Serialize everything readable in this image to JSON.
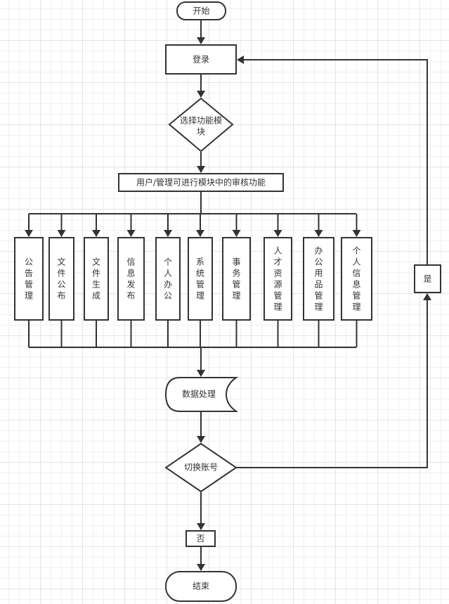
{
  "diagram": {
    "type": "flowchart",
    "nodes": {
      "start": {
        "label": "开始",
        "shape": "terminal"
      },
      "login": {
        "label": "登录",
        "shape": "process"
      },
      "select_module": {
        "label_line1": "选择功能模",
        "label_line2": "块",
        "shape": "decision"
      },
      "audit": {
        "label": "用户/管理可进行模块中的审核功能",
        "shape": "process"
      },
      "modules": [
        {
          "id": "announcement",
          "label": "公告管理"
        },
        {
          "id": "file_publish",
          "label": "文件公布"
        },
        {
          "id": "file_generate",
          "label": "文件生成"
        },
        {
          "id": "info_publish",
          "label": "信息发布"
        },
        {
          "id": "personal_office",
          "label": "个人办公"
        },
        {
          "id": "system_manage",
          "label": "系统管理"
        },
        {
          "id": "affairs_manage",
          "label": "事务管理"
        },
        {
          "id": "hr_manage",
          "label": "人才资源管理"
        },
        {
          "id": "office_supplies",
          "label": "办公用品管理"
        },
        {
          "id": "personal_info",
          "label": "个人信息管理"
        }
      ],
      "data_processing": {
        "label": "数据处理",
        "shape": "stored-data"
      },
      "switch_account": {
        "label": "切换账号",
        "shape": "decision"
      },
      "yes": {
        "label": "是"
      },
      "no": {
        "label": "否"
      },
      "end": {
        "label": "结束",
        "shape": "terminal"
      }
    },
    "edges": [
      {
        "from": "start",
        "to": "login"
      },
      {
        "from": "login",
        "to": "select_module"
      },
      {
        "from": "select_module",
        "to": "audit"
      },
      {
        "from": "audit",
        "to": "modules",
        "kind": "fan-out"
      },
      {
        "from": "modules",
        "to": "data_processing",
        "kind": "merge"
      },
      {
        "from": "data_processing",
        "to": "switch_account"
      },
      {
        "from": "switch_account",
        "to": "login",
        "label": "是"
      },
      {
        "from": "switch_account",
        "to": "end",
        "label": "否"
      }
    ],
    "colors": {
      "stroke": "#333333",
      "fill": "#ffffff",
      "text": "#333333",
      "grid": "#e4e4e4"
    }
  }
}
